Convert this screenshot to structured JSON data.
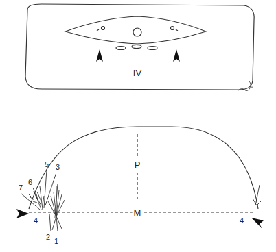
{
  "diagram": {
    "labels": [
      "IV",
      "P",
      "M",
      "7",
      "6",
      "5",
      "3",
      "4",
      "2",
      "1",
      "4"
    ]
  }
}
